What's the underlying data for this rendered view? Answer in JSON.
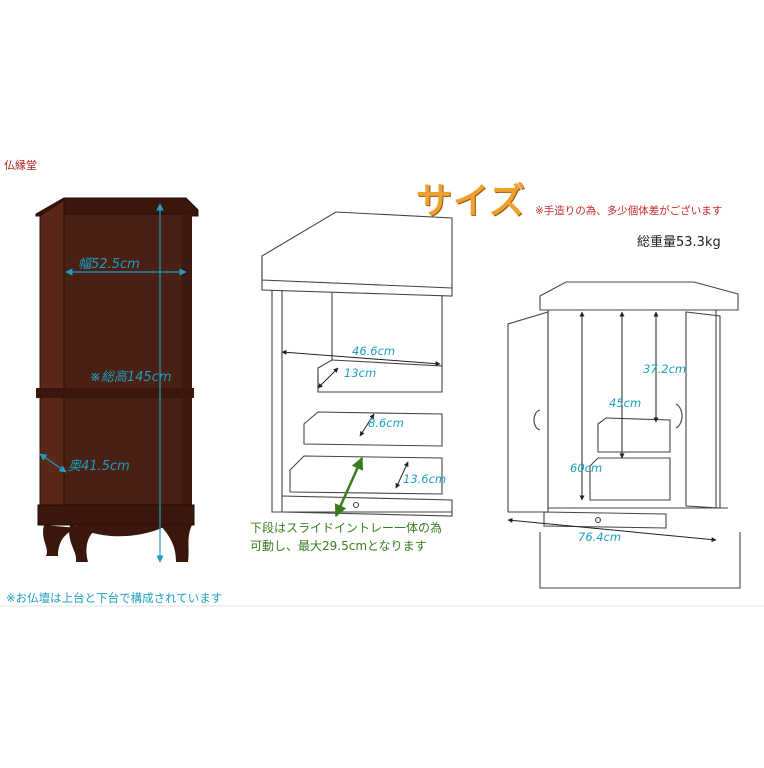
{
  "brand": "仏縁堂",
  "title": "サイズ",
  "note": "※手造りの為、多少個体差がございます",
  "weight": "総重量53.3kg",
  "dims": {
    "width": "幅52.5cm",
    "height": "※総高145cm",
    "depth": "奥41.5cm"
  },
  "left_interior": {
    "inner_width": "46.6cm",
    "step1": "13cm",
    "step2": "8.6cm",
    "step3": "13.6cm"
  },
  "right_interior": {
    "h1": "37.2cm",
    "h2": "45cm",
    "h3": "60cm",
    "open_width": "76.4cm"
  },
  "slide_note": {
    "line1": "下段はスライドイントレー一体の為",
    "line2": "可動し、最大29.5cmとなります"
  },
  "footnote": "※お仏壇は上台と下台で構成されています",
  "colors": {
    "cabinet": "#4a1f14",
    "cabinet_edge": "#2a0f08",
    "dimension": "#1a9ec2",
    "title": "#f0a030",
    "note": "#c8282a",
    "slide_arrow": "#3a7d1e"
  }
}
